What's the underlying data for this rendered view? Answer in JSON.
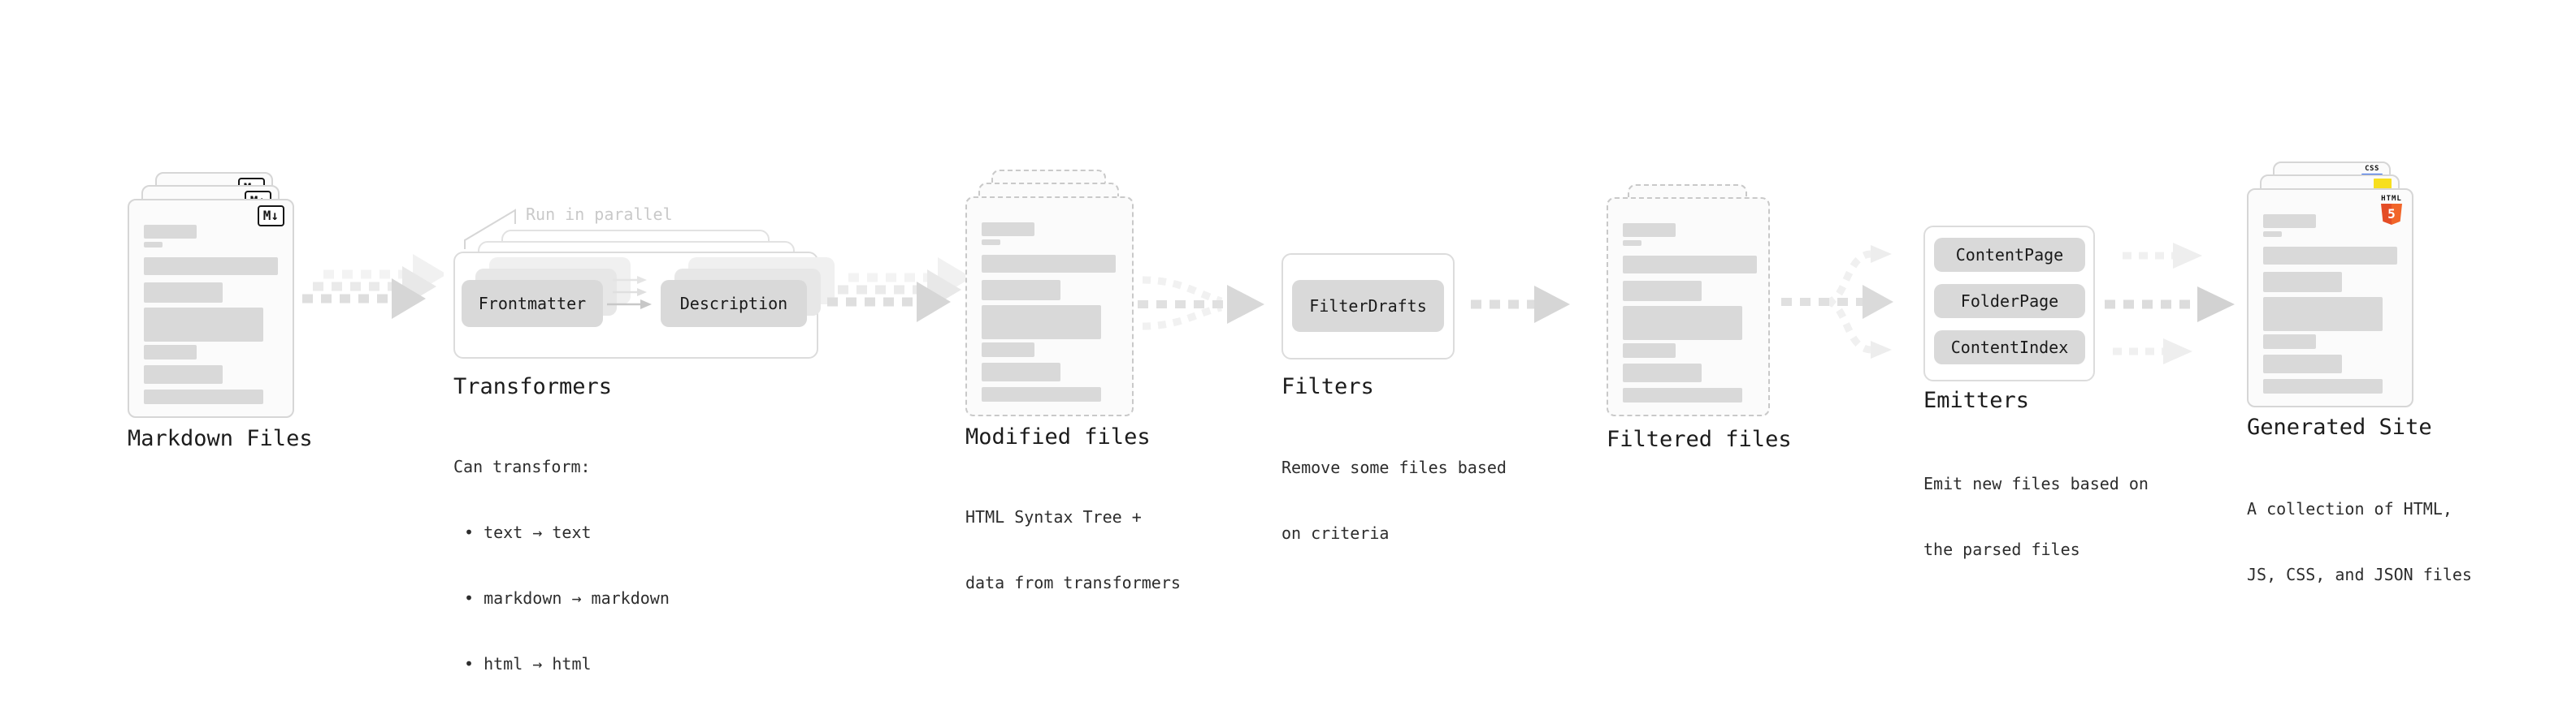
{
  "stages": {
    "markdown": {
      "title": "Markdown Files",
      "badge": "M↓"
    },
    "transformers": {
      "title": "Transformers",
      "parallel_note": "Run in parallel",
      "plugin_a": "Frontmatter",
      "plugin_b": "Description",
      "caption_title": "Can transform:",
      "bullets": [
        "• text → text",
        "• markdown → markdown",
        "• html → html"
      ]
    },
    "modified": {
      "title": "Modified files",
      "caption_lines": [
        "HTML Syntax Tree +",
        "data from transformers"
      ]
    },
    "filters": {
      "title": "Filters",
      "plugin": "FilterDrafts",
      "caption_lines": [
        "Remove some files based",
        "on criteria"
      ]
    },
    "filtered": {
      "title": "Filtered files"
    },
    "emitters": {
      "title": "Emitters",
      "plugins": [
        "ContentPage",
        "FolderPage",
        "ContentIndex"
      ],
      "caption_lines": [
        "Emit new files based on",
        "the parsed files"
      ]
    },
    "generated": {
      "title": "Generated Site",
      "caption_lines": [
        "A collection of HTML,",
        "JS, CSS, and JSON files"
      ],
      "badges": {
        "css": "CSS",
        "html": "HTML",
        "html_number": "5"
      }
    }
  },
  "colors": {
    "html_orange": "#e44d26",
    "html_orange_light": "#f16529",
    "js_yellow": "#f7df1e",
    "css_blue": "#2b63e8",
    "skeleton_gray": "#d9d9d9",
    "chip_gray": "#d9d9d9",
    "arrow_gray": "#d6d6d6"
  }
}
